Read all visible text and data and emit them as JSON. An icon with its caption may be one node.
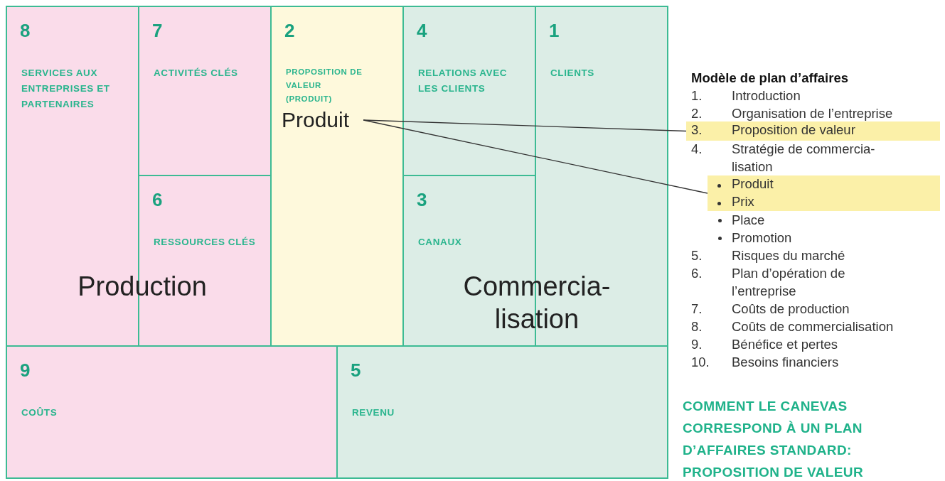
{
  "diagram": {
    "caption": "COMMENT LE CANEVAS CORRESPOND À UN PLAN D’AFFAIRES STANDARD: PROPOSITION DE VALEUR",
    "nodes": [
      {
        "text": [
          "8",
          "SERVICES AUX ENTREPRISES ET PARTENAIRES"
        ]
      },
      {
        "text": [
          "7",
          "ACTIVITÉS CLÉS"
        ]
      },
      {
        "text": [
          "6",
          "RESSOURCES CLÉS"
        ]
      },
      {
        "text": [
          "2",
          "PROPOSITION DE VALEUR (PRODUIT)"
        ]
      },
      {
        "text": [
          "Produit"
        ],
        "in": 3
      },
      {
        "text": [
          "4",
          "RELATIONS AVEC LES CLIENTS"
        ]
      },
      {
        "text": [
          "3",
          "CANAUX"
        ]
      },
      {
        "text": [
          "1",
          "CLIENTS"
        ]
      },
      {
        "text": [
          "9",
          "COÛTS"
        ]
      },
      {
        "text": [
          "5",
          "REVENU"
        ]
      },
      {
        "text": [
          "3.",
          "Proposition de valeur"
        ]
      },
      {
        "text": [
          "Produit",
          "Prix"
        ]
      }
    ],
    "edges": [
      {
        "from": 4,
        "to": 10,
        "arrow": "none"
      },
      {
        "from": 4,
        "to": 11,
        "arrow": "none"
      }
    ],
    "labels": [
      "Production",
      "Commercia- lisation",
      "Modèle de plan d’affaires",
      "1.",
      "Introduction",
      "2.",
      "Organisation de l’entreprise",
      "4.",
      "Stratégie de commercia- lisation",
      "Place",
      "Promotion",
      "5.",
      "Risques du marché",
      "6.",
      "Plan d’opération de l’entreprise",
      "7.",
      "Coûts de production",
      "8.",
      "Coûts de commercialisation",
      "9.",
      "Bénéfice et pertes",
      "10.",
      "Besoins financiers"
    ]
  }
}
